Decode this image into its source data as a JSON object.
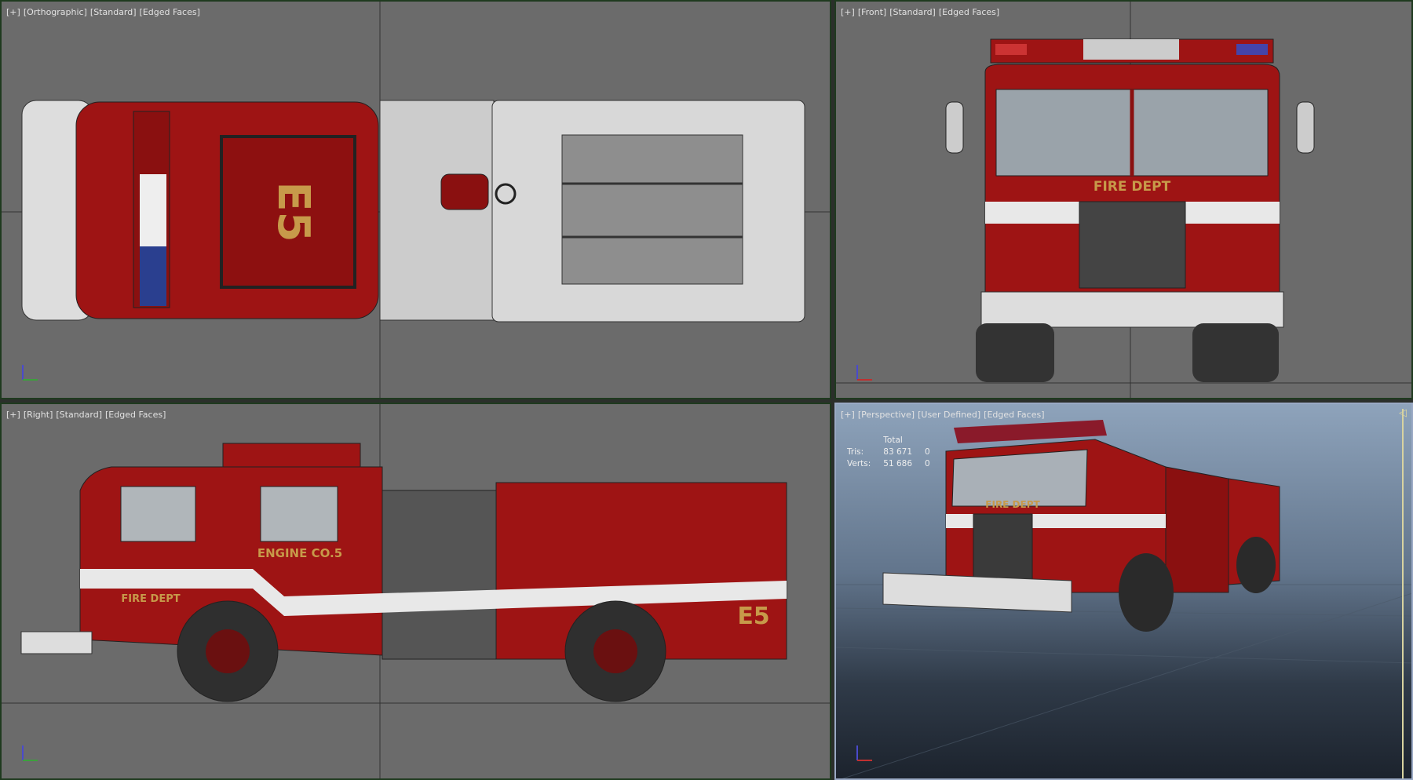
{
  "viewports": [
    {
      "id": "top",
      "menu": "[+]",
      "view": "[Orthographic]",
      "shading": "[Standard]",
      "edges": "[Edged Faces]",
      "active": false,
      "axes": [
        "z",
        "y"
      ]
    },
    {
      "id": "front",
      "menu": "[+]",
      "view": "[Front]",
      "shading": "[Standard]",
      "edges": "[Edged Faces]",
      "active": false,
      "axes": [
        "z",
        "x"
      ]
    },
    {
      "id": "right",
      "menu": "[+]",
      "view": "[Right]",
      "shading": "[Standard]",
      "edges": "[Edged Faces]",
      "active": false,
      "axes": [
        "z",
        "y"
      ]
    },
    {
      "id": "perspective",
      "menu": "[+]",
      "view": "[Perspective]",
      "shading": "[User Defined]",
      "edges": "[Edged Faces]",
      "active": true
    }
  ],
  "stats": {
    "header": "Total",
    "rows": [
      {
        "label": "Tris:",
        "total": "83 671",
        "selected": "0"
      },
      {
        "label": "Verts:",
        "total": "51 686",
        "selected": "0"
      }
    ]
  },
  "decals": {
    "unit": "E5",
    "dept": "FIRE DEPT",
    "engine": "ENGINE CO.5"
  },
  "colors": {
    "viewport_bg": "#6b6b6b",
    "truck_red": "#9e1414",
    "stripe": "#e8e8e8",
    "gold": "#c79a4a",
    "active_border": "#9aa9c4"
  }
}
